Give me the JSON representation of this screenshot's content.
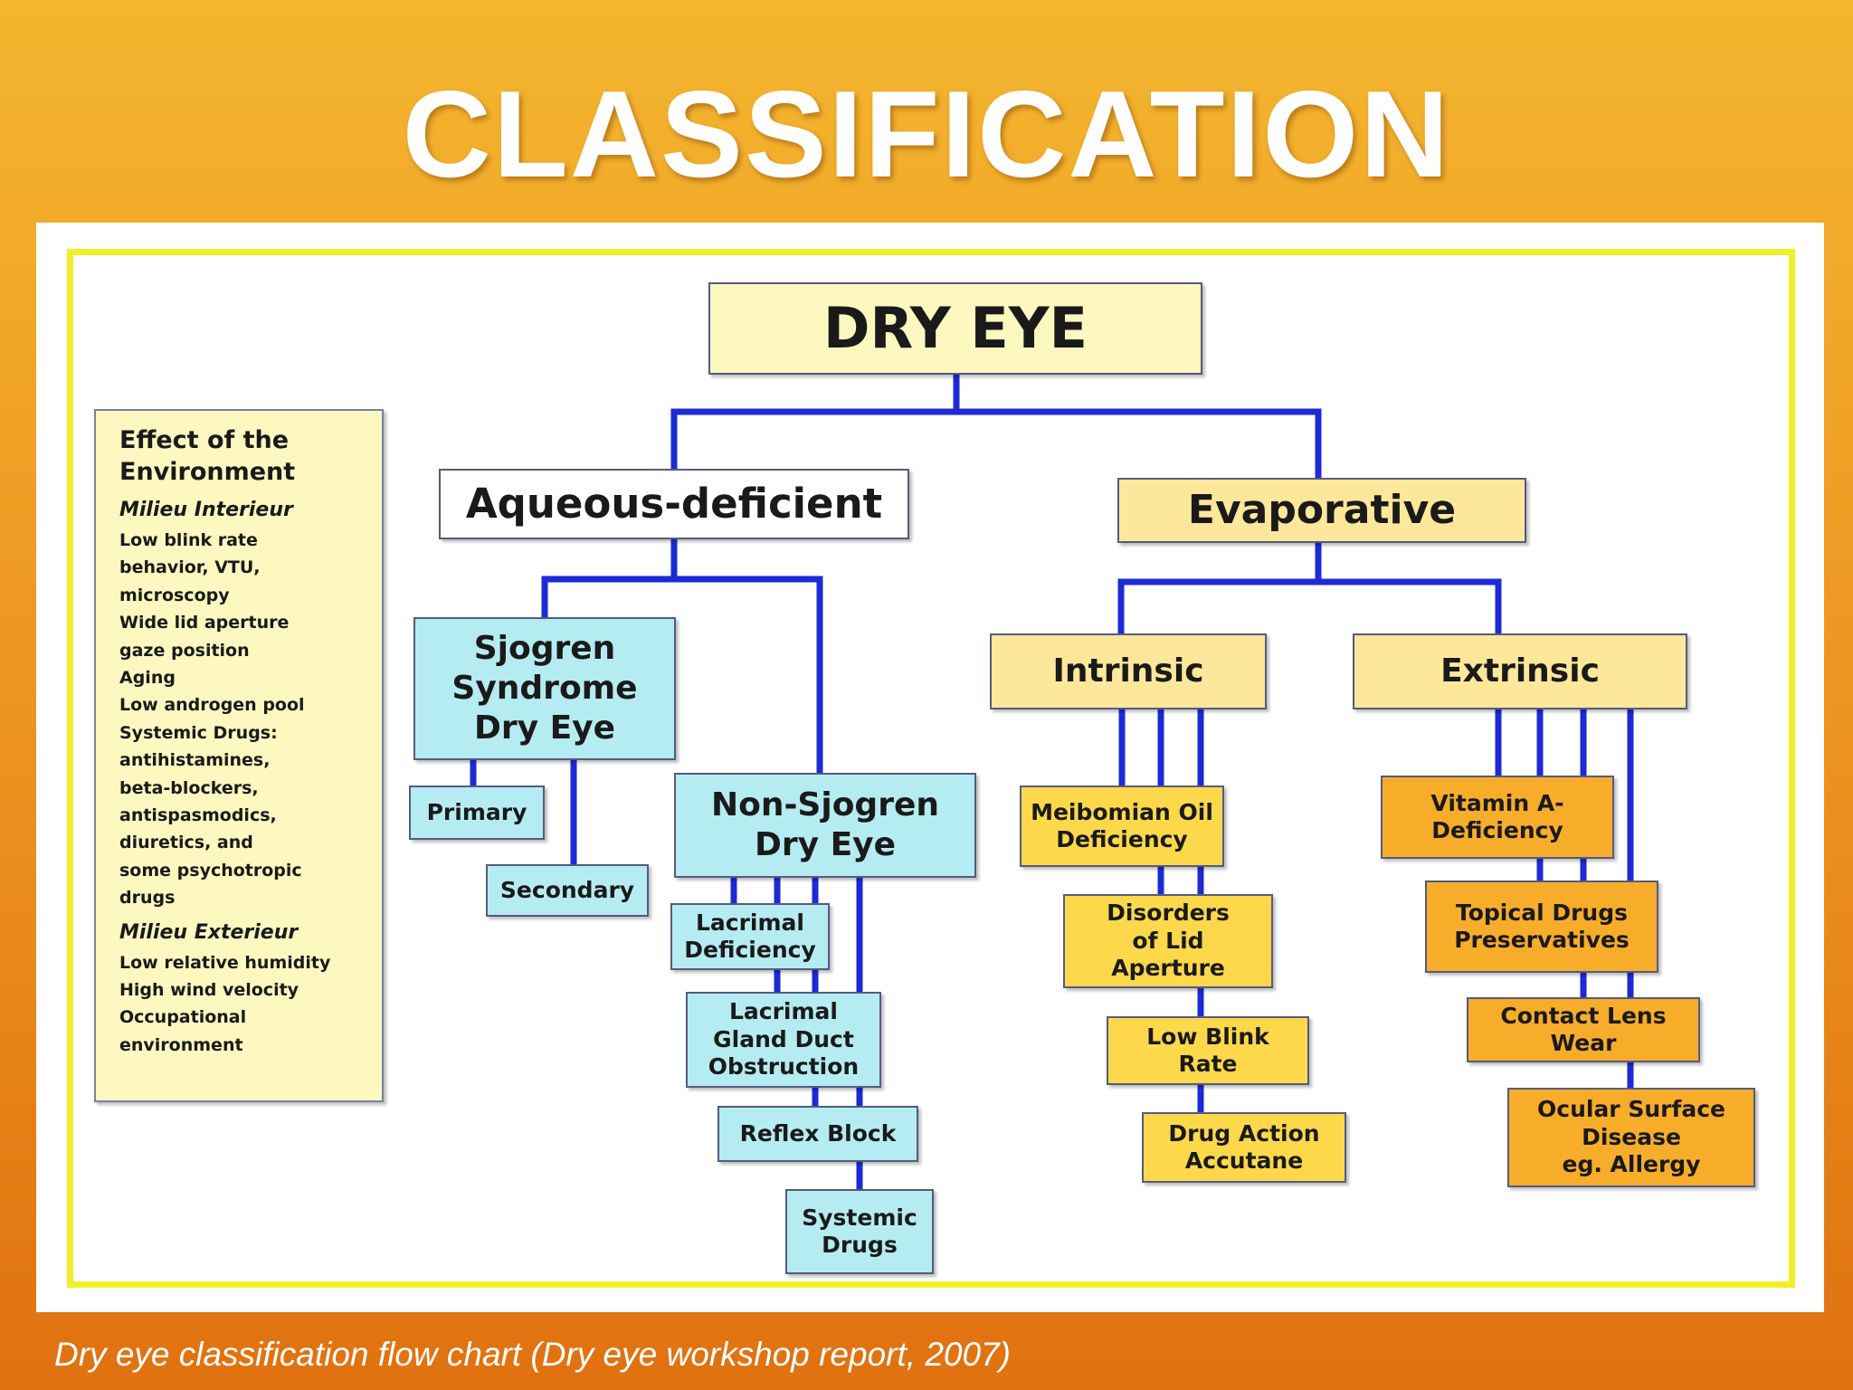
{
  "slide": {
    "title": "CLASSIFICATION",
    "caption": "Dry eye classification flow chart (Dry eye workshop report, 2007)"
  },
  "colors": {
    "background": "#f0a226",
    "frame": "#f2ef2a",
    "connector": "#1d2ad6",
    "cream": "#fcf8c0",
    "cyan": "#b5ecf2",
    "yellow": "#fcd84a",
    "orange": "#f8ad2a"
  },
  "environment": {
    "title": "Effect of the\nEnvironment",
    "interieur_label": "Milieu Interieur",
    "interieur_items": [
      "Low blink rate",
      "  behavior, VTU,\n  microscopy",
      "Wide lid aperture",
      "  gaze position",
      "Aging",
      "Low androgen pool",
      "Systemic Drugs:",
      "  antihistamines,\n  beta-blockers,\n  antispasmodics,\n  diuretics, and\n  some psychotropic\n    drugs"
    ],
    "exterieur_label": "Milieu Exterieur",
    "exterieur_items": [
      "Low relative humidity",
      "High wind velocity",
      "Occupational",
      "  environment"
    ]
  },
  "diagram": {
    "root": "DRY EYE",
    "aqueous": {
      "label": "Aqueous-deficient",
      "sjogren": "Sjogren\nSyndrome\nDry Eye",
      "primary": "Primary",
      "secondary": "Secondary",
      "non_sjogren": "Non-Sjogren\nDry Eye",
      "lacrimal_deficiency": "Lacrimal\nDeficiency",
      "gland_duct": "Lacrimal\nGland Duct\nObstruction",
      "reflex_block": "Reflex Block",
      "systemic_drugs": "Systemic\nDrugs"
    },
    "evaporative": {
      "label": "Evaporative",
      "intrinsic": "Intrinsic",
      "meibomian": "Meibomian Oil\nDeficiency",
      "lid_aperture": "Disorders\nof Lid\nAperture",
      "low_blink": "Low Blink\nRate",
      "drug_action": "Drug Action\nAccutane",
      "extrinsic": "Extrinsic",
      "vitamin_a": "Vitamin A-\nDeficiency",
      "topical_drugs": "Topical Drugs\nPreservatives",
      "contact_lens": "Contact Lens\nWear",
      "ocular_surface": "Ocular Surface\nDisease\neg. Allergy"
    }
  }
}
